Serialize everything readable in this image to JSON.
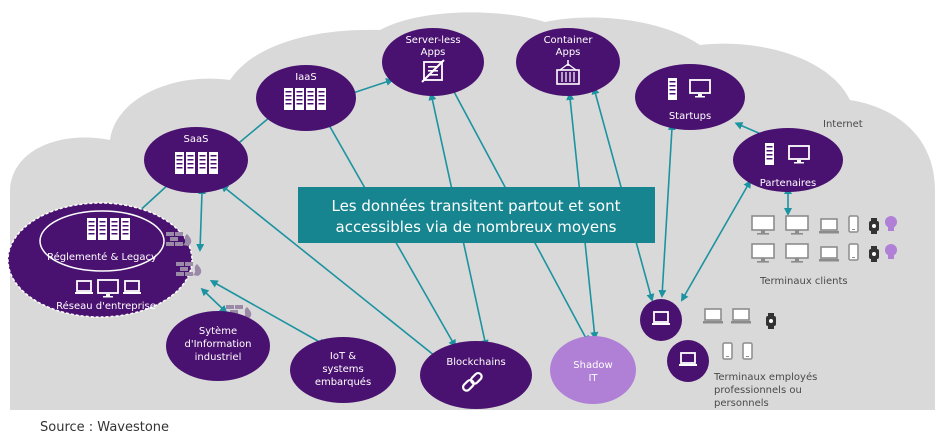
{
  "colors": {
    "node": "#4a1270",
    "shadow": "#b07fd6",
    "arrow": "#1c93a0",
    "banner": "#17858f",
    "cloud": "#d9d9d9",
    "device": "#8c8c8c"
  },
  "center_banner": {
    "line1": "Les données transitent partout et sont",
    "line2": "accessibles via de nombreux moyens"
  },
  "cloud_label": "Internet",
  "nodes": {
    "serverless": {
      "line1": "Server-less",
      "line2": "Apps"
    },
    "container": {
      "line1": "Container",
      "line2": "Apps"
    },
    "iaas": "IaaS",
    "saas": "SaaS",
    "startups": "Startups",
    "partenaires": "Partenaires",
    "reglemente": "Réglementé & Legacy",
    "reseau": "Réseau d'entreprise",
    "systeme": {
      "line1": "Sytème",
      "line2": "d'Information",
      "line3": "industriel"
    },
    "iot": {
      "line1": "IoT &",
      "line2": "systems",
      "line3": "embarqués"
    },
    "blockchains": "Blockchains",
    "shadow": {
      "line1": "Shadow",
      "line2": "IT"
    }
  },
  "terminaux_clients": "Terminaux clients",
  "terminaux_employes": {
    "line1": "Terminaux employés",
    "line2": "professionnels ou",
    "line3": "personnels"
  },
  "source": "Source : Wavestone",
  "icons": [
    "server-icon",
    "laptop-icon",
    "monitor-icon",
    "firewall-icon",
    "container-icon",
    "no-server-icon",
    "chain-link-icon",
    "smartphone-icon",
    "smartwatch-icon",
    "lightbulb-icon"
  ]
}
